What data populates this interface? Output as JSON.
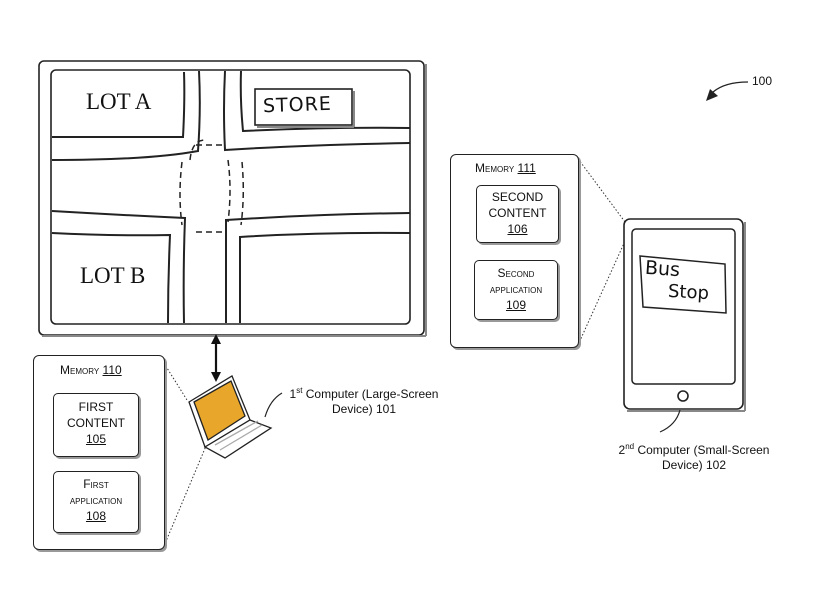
{
  "figure_ref": "100",
  "large_screen": {
    "lot_a": "LOT A",
    "lot_b": "LOT B",
    "store": "STORE"
  },
  "memory_110": {
    "title": "Memory",
    "ref": "110",
    "content_lines": [
      "FIRST",
      "CONTENT"
    ],
    "content_ref": "105",
    "app_lines": [
      "First",
      "application"
    ],
    "app_ref": "108"
  },
  "memory_111": {
    "title": "Memory",
    "ref": "111",
    "content_lines": [
      "SECOND",
      "CONTENT"
    ],
    "content_ref": "106",
    "app_lines": [
      "Second",
      "application"
    ],
    "app_ref": "109"
  },
  "computer_1": {
    "ordinal": "1",
    "sup": "st",
    "line1": " Computer (Large-Screen",
    "line2": "Device) 101"
  },
  "computer_2": {
    "ordinal": "2",
    "sup": "nd",
    "line1": " Computer (Small-Screen",
    "line2": "Device) 102"
  },
  "phone": {
    "bus": "Bus",
    "stop": "Stop"
  }
}
